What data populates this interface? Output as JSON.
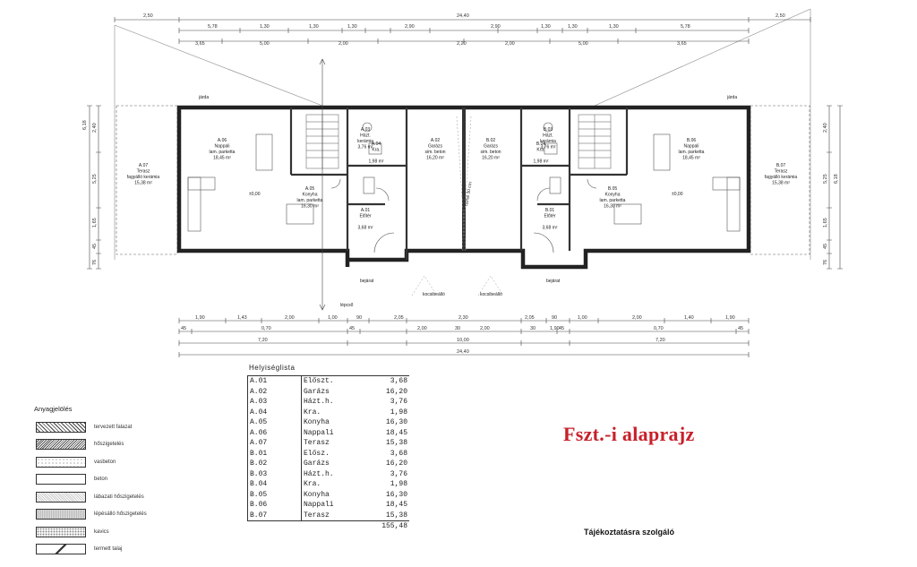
{
  "title": "Fszt.-i alaprajz",
  "note": "Tájékoztatásra szolgáló",
  "room_list": {
    "title": "Helyiséglista",
    "rows": [
      {
        "code": "A.01",
        "name": "Előszt.",
        "area": "3,68"
      },
      {
        "code": "A.02",
        "name": "Garázs",
        "area": "16,20"
      },
      {
        "code": "A.03",
        "name": "Házt.h.",
        "area": "3,76"
      },
      {
        "code": "A.04",
        "name": "Kra.",
        "area": "1,98"
      },
      {
        "code": "A.05",
        "name": "Konyha",
        "area": "16,30"
      },
      {
        "code": "A.06",
        "name": "Nappali",
        "area": "18,45"
      },
      {
        "code": "A.07",
        "name": "Terasz",
        "area": "15,38"
      },
      {
        "code": "B.01",
        "name": "Elősz.",
        "area": "3,68"
      },
      {
        "code": "B.02",
        "name": "Garázs",
        "area": "16,20"
      },
      {
        "code": "B.03",
        "name": "Házt.h.",
        "area": "3,76"
      },
      {
        "code": "B.04",
        "name": "Kra.",
        "area": "1,98"
      },
      {
        "code": "B.05",
        "name": "Konyha",
        "area": "16,30"
      },
      {
        "code": "B.06",
        "name": "Nappali",
        "area": "18,45"
      },
      {
        "code": "B.07",
        "name": "Terasz",
        "area": "15,38"
      }
    ],
    "total": "155,48"
  },
  "legend": {
    "title": "Anyagjelölés",
    "items": [
      {
        "key": "tervezett",
        "label": "tervezett falazat"
      },
      {
        "key": "hoszig",
        "label": "hőszigetelés"
      },
      {
        "key": "vasbeton",
        "label": "vasbeton"
      },
      {
        "key": "beton",
        "label": "beton"
      },
      {
        "key": "labazati",
        "label": "lábazati hőszigetelés"
      },
      {
        "key": "lepes",
        "label": "lépésálló hőszigetelés"
      },
      {
        "key": "kavics",
        "label": "kavics"
      },
      {
        "key": "termett",
        "label": "termett talaj"
      }
    ]
  },
  "plan": {
    "dims_top_overall": "24,40",
    "dims_top_side": "2,50",
    "dims_top_row2": [
      "5,78",
      "1,30",
      "1,30",
      "1,30",
      "2,90",
      "2,90",
      "1,30",
      "1,30",
      "1,30",
      "5,78"
    ],
    "dims_top_row3": [
      "3,65",
      "5,00",
      "2,00",
      "2,20",
      "2,00",
      "5,00",
      "3,65"
    ],
    "dims_bottom_row1": [
      "1,90",
      "1,43",
      "2,00",
      "1,00",
      "90",
      "2,05",
      "2,30",
      "2,05",
      "90",
      "1,00",
      "2,00",
      "1,40",
      "1,90"
    ],
    "dims_bottom_row2": [
      "45",
      "0,70",
      "45",
      "2,00",
      "30",
      "2,00",
      "30",
      "1,90",
      "45",
      "0,70",
      "45"
    ],
    "dims_bottom_wings": "7,20",
    "dims_bottom_center": "10,00",
    "dims_bottom_overall": "24,40",
    "dims_left": [
      "6,18",
      "2,40",
      "5,25",
      "1,65",
      "45",
      "76"
    ],
    "dims_right": [
      "6,18",
      "2,40",
      "5,25",
      "1,65",
      "45",
      "76"
    ],
    "rooms": [
      {
        "code": "A.07",
        "name": "Terasz",
        "floor": "fagyálló kerámia",
        "area": "15,38 m²"
      },
      {
        "code": "A.06",
        "name": "Nappali",
        "floor": "lam. parketta",
        "area": "18,45 m²"
      },
      {
        "code": "A.05",
        "name": "Konyha",
        "floor": "lam. parketta",
        "area": "16,30 m²"
      },
      {
        "code": "A.03",
        "name": "Házt.",
        "floor": "kerámia",
        "area": "3,76 m²"
      },
      {
        "code": "A.04",
        "name": "Kra.",
        "area": "1,98 m²"
      },
      {
        "code": "A.01",
        "name": "Előtér",
        "area": "3,68 m²"
      },
      {
        "code": "A.02",
        "name": "Garázs",
        "floor": "sim. beton",
        "area": "16,20 m²"
      },
      {
        "code": "B.02",
        "name": "Garázs",
        "floor": "sim. beton",
        "area": "16,20 m²"
      },
      {
        "code": "B.03",
        "name": "Házt.",
        "floor": "kerámia",
        "area": "3,76 m²"
      },
      {
        "code": "B.04",
        "name": "Kra.",
        "area": "1,98 m²"
      },
      {
        "code": "B.01",
        "name": "Előtér",
        "area": "3,68 m²"
      },
      {
        "code": "B.05",
        "name": "Konyha",
        "floor": "lam. parketta",
        "area": "16,30 m²"
      },
      {
        "code": "B.06",
        "name": "Nappali",
        "floor": "lam. parketta",
        "area": "18,45 m²"
      },
      {
        "code": "B.07",
        "name": "Terasz",
        "floor": "fagyálló kerámia",
        "area": "15,38 m²"
      }
    ],
    "labels": {
      "jarda_left": "járda",
      "jarda_right": "járda",
      "kocsibeallo_left": "kocsibeálló",
      "kocsibeallo_right": "kocsibeálló",
      "bejarat_left": "bejárat",
      "bejarat_right": "bejárat",
      "lepcso": "lépcső",
      "level_a": "±0,00",
      "level_b": "±0,00",
      "fire_wall": "tűzfal 30 cm"
    }
  }
}
